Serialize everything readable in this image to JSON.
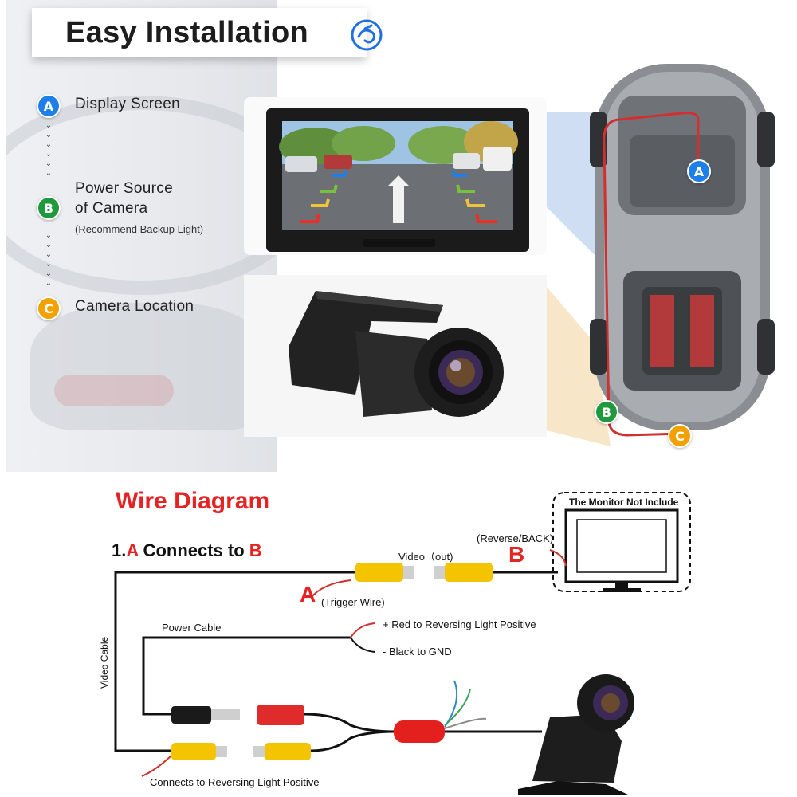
{
  "header": {
    "title": "Easy Installation"
  },
  "steps": [
    {
      "badge": "A",
      "label": "Display Screen"
    },
    {
      "badge": "B",
      "label_line1": "Power Source",
      "label_line2": "of Camera",
      "note": "(Recommend Backup Light)"
    },
    {
      "badge": "C",
      "label": "Camera Location"
    }
  ],
  "car_markers": {
    "a": "A",
    "b": "B",
    "c": "C"
  },
  "wire_diagram": {
    "title": "Wire Diagram",
    "subtitle_prefix": "1.",
    "subtitle_a": "A",
    "subtitle_mid": " Connects to ",
    "subtitle_b": "B",
    "video_out": "Video（out)",
    "reverse_back": "(Reverse/BACK)",
    "marker_b": "B",
    "marker_a": "A",
    "trigger_wire": "(Trigger Wire)",
    "monitor_note": "The Monitor Not Include",
    "power_cable": "Power Cable",
    "red_to": "+ Red to Reversing Light Positive",
    "black_to": "- Black to GND",
    "video_cable": "Video Cable",
    "connects_to": "Connects to Reversing Light Positive"
  },
  "colors": {
    "accent_red": "#e52322",
    "badge_a": "#1f7fe8",
    "badge_b": "#1e9a3c",
    "badge_c": "#f2a100",
    "rca_yellow": "#f5c400"
  },
  "icons": {
    "logo": "brand-logo-icon",
    "display": "car-display-monitor",
    "camera": "backup-camera"
  }
}
